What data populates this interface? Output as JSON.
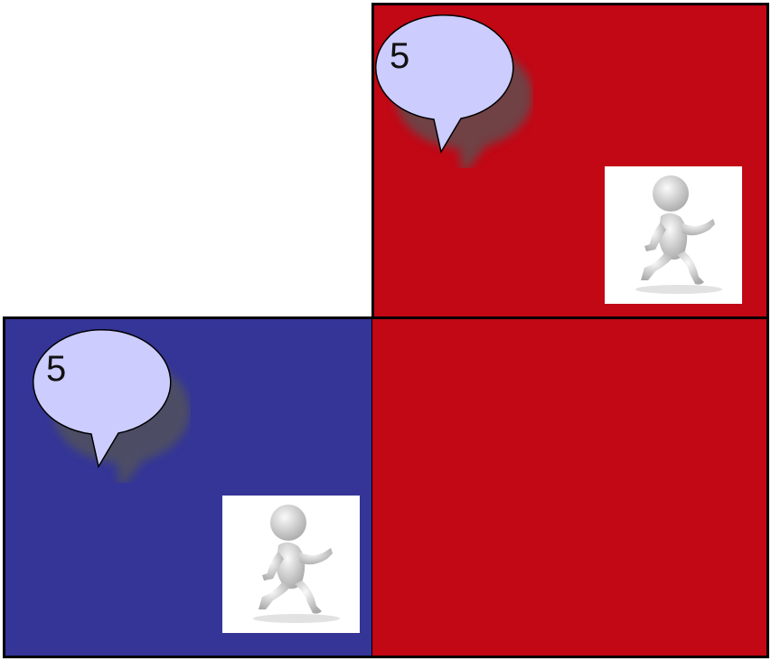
{
  "colors": {
    "red_quadrant": "#c20715",
    "blue_quadrant": "#343597",
    "border": "#000000",
    "bubble_fill": "#ccccff",
    "bubble_shadow": "#555555"
  },
  "quadrants": [
    {
      "id": "top-right",
      "color": "red",
      "bubble_value": "5",
      "figure_icon": "running-person-icon"
    },
    {
      "id": "bottom-left",
      "color": "blue",
      "bubble_value": "5",
      "figure_icon": "running-person-icon"
    },
    {
      "id": "bottom-right",
      "color": "red"
    }
  ]
}
